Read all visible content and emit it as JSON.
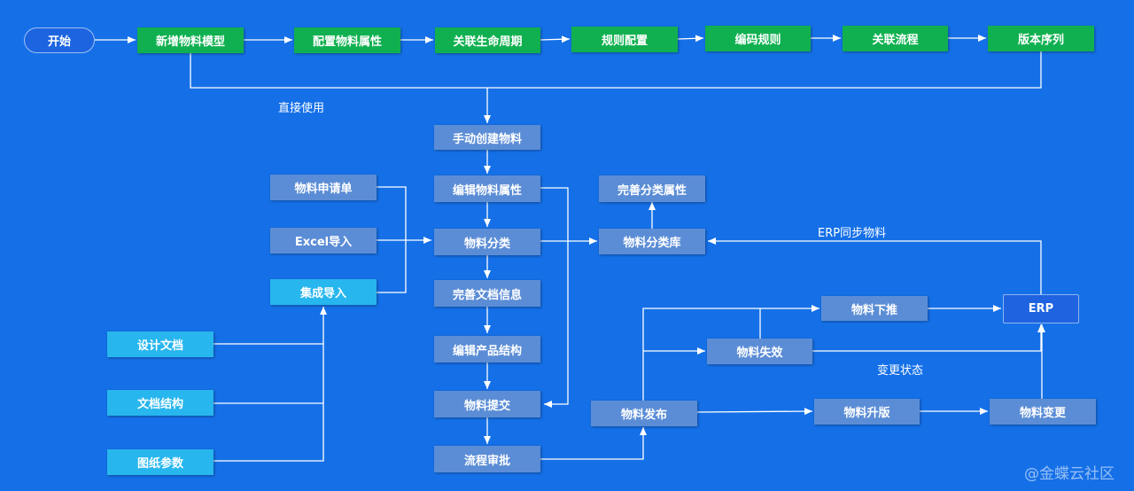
{
  "nodes": {
    "start": "开始",
    "add_model": "新增物料模型",
    "config_attr": "配置物料属性",
    "link_lifecycle": "关联生命周期",
    "rule_config": "规则配置",
    "code_rule": "编码规则",
    "link_flow": "关联流程",
    "version_seq": "版本序列",
    "manual_create": "手动创建物料",
    "edit_attr": "编辑物料属性",
    "classify": "物料分类",
    "complete_doc": "完善文档信息",
    "edit_struct": "编辑产品结构",
    "submit": "物料提交",
    "flow_approve": "流程审批",
    "request_form": "物料申请单",
    "excel_import": "Excel导入",
    "integrate_import": "集成导入",
    "design_doc": "设计文档",
    "doc_struct": "文档结构",
    "drawing_param": "图纸参数",
    "complete_class_attr": "完善分类属性",
    "class_lib": "物料分类库",
    "push_down": "物料下推",
    "invalidate": "物料失效",
    "erp": "ERP",
    "publish": "物料发布",
    "upgrade": "物料升版",
    "change": "物料变更"
  },
  "labels": {
    "direct_use": "直接使用",
    "erp_sync": "ERP同步物料",
    "change_status": "变更状态"
  },
  "watermark": "@金蝶云社区",
  "colors": {
    "background": "#1570e8",
    "green": "#10b050",
    "steel": "#5b8dd6",
    "cyan": "#27b6ee",
    "line": "#ffffff"
  }
}
